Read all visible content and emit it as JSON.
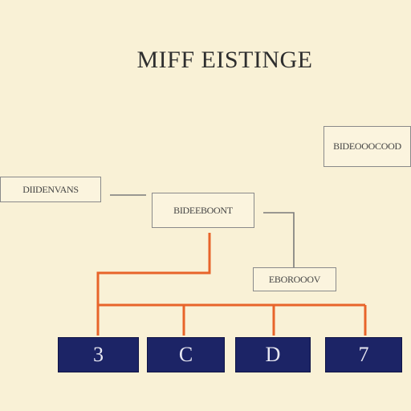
{
  "diagram": {
    "title": "MIFF EISTINGE",
    "colors": {
      "background": "#f9f1d6",
      "connector_gray": "#7a7a7a",
      "connector_orange": "#e8642a",
      "leaf_fill": "#1c2466"
    },
    "nodes": {
      "left": "DIIDENVANS",
      "center": "BIDEEBOONT",
      "top_right": "BIDEOOOCOOD",
      "middle_right": "EBOROOOV"
    },
    "leaves": [
      "3",
      "C",
      "D",
      "7"
    ]
  }
}
